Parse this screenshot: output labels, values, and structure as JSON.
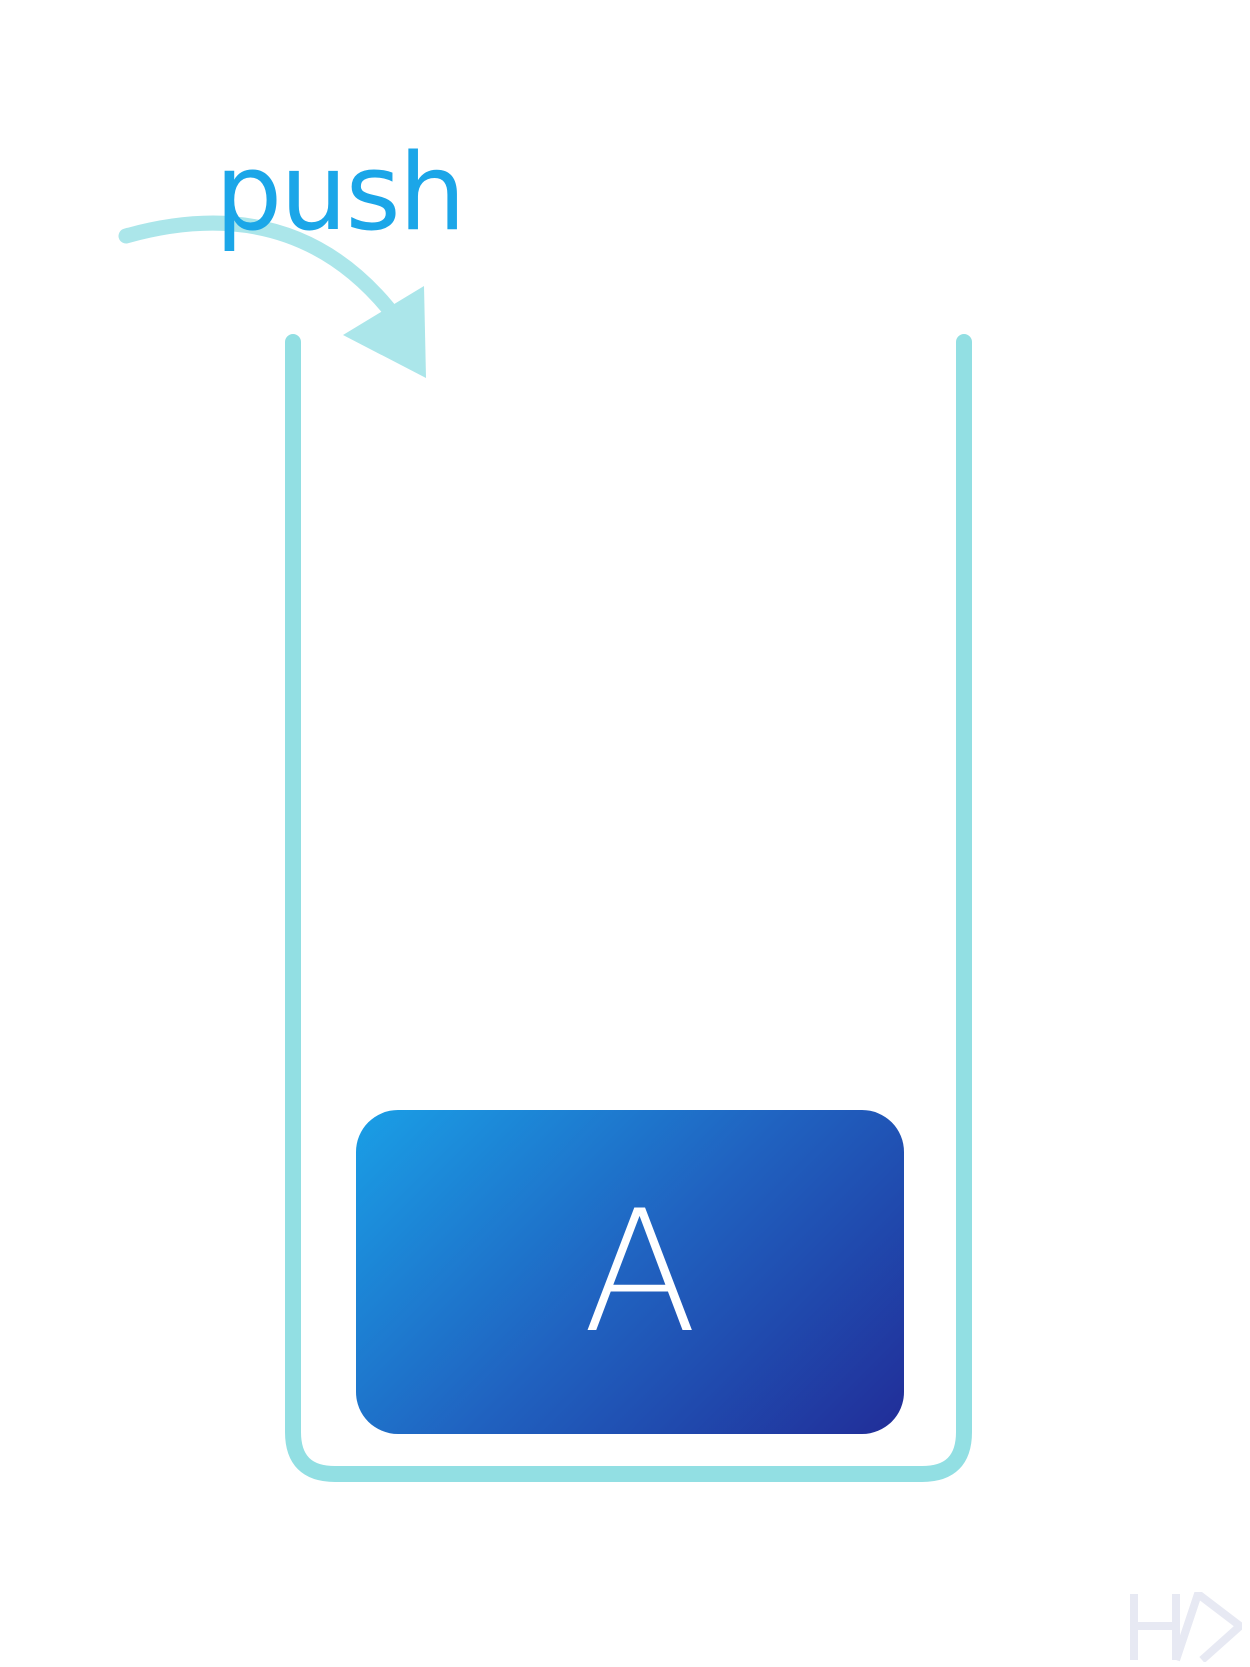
{
  "push_label": "push",
  "stack": {
    "items": [
      {
        "label": "A"
      }
    ]
  },
  "colors": {
    "container": "#92dfe3",
    "arrow": "#abe6ea",
    "label": "#1ba6e8",
    "item_gradient_start": "#1a9fe6",
    "item_gradient_end": "#212d98",
    "watermark": "#e7e9f3"
  },
  "icons": {
    "watermark": "hd-logo-watermark"
  }
}
